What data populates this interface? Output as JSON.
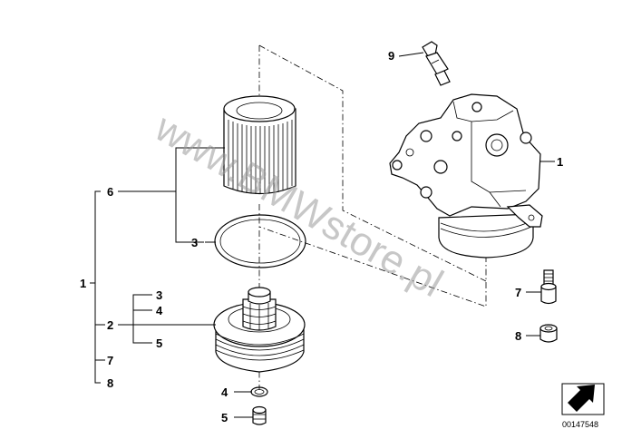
{
  "watermark": "www.BMWstore.pl",
  "diagram_number": "00147548",
  "callouts": {
    "c1_right": "1",
    "c9": "9",
    "c7_right": "7",
    "c8_right": "8",
    "c6": "6",
    "c3_ring": "3",
    "c1_left": "1",
    "c3_group": "3",
    "c4_group": "4",
    "c2": "2",
    "c5_group": "5",
    "c7_left": "7",
    "c8_left": "8",
    "c4_bottom": "4",
    "c5_bottom": "5"
  },
  "colors": {
    "line": "#000000",
    "watermark": "#9a9a9a",
    "background": "#ffffff"
  }
}
